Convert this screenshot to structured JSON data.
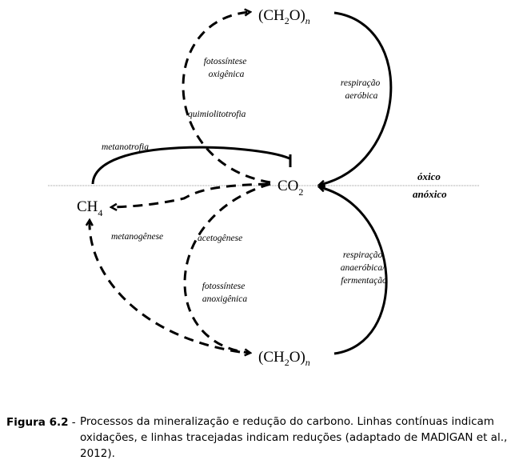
{
  "diagram": {
    "nodes": {
      "ch2o_top": {
        "main": "(CH",
        "sub": "2",
        "mid": "O)",
        "subn": "n"
      },
      "co2": {
        "main": "CO",
        "sub": "2"
      },
      "ch4": {
        "main": "CH",
        "sub": "4"
      },
      "ch2o_bottom": {
        "main": "(CH",
        "sub": "2",
        "mid": "O)",
        "subn": "n"
      }
    },
    "zones": {
      "oxic": "óxico",
      "anoxic": "anóxico"
    },
    "processes": {
      "fotossintese_oxigenica": [
        "fotossíntese",
        "oxigênica"
      ],
      "quimiolitotrofia": "quimiolitotrofia",
      "respiracao_aerobica": [
        "respiração",
        "aeróbica"
      ],
      "metanotrofia": "metanotrofia",
      "metanogenese": "metanogênese",
      "acetogenese": "acetogênese",
      "fotossintese_anoxigenica": [
        "fotossíntese",
        "anoxigênica"
      ],
      "respiracao_anaerobica": [
        "respiração",
        "anaeróbica/",
        "fermentação"
      ]
    }
  },
  "caption": {
    "label": "Figura 6.2",
    "separator": " - ",
    "text": "Processos da mineralização e redução do carbono. Linhas contínuas indicam oxidações, e linhas tracejadas indicam reduções (adaptado de MADIGAN et al., 2012)."
  }
}
